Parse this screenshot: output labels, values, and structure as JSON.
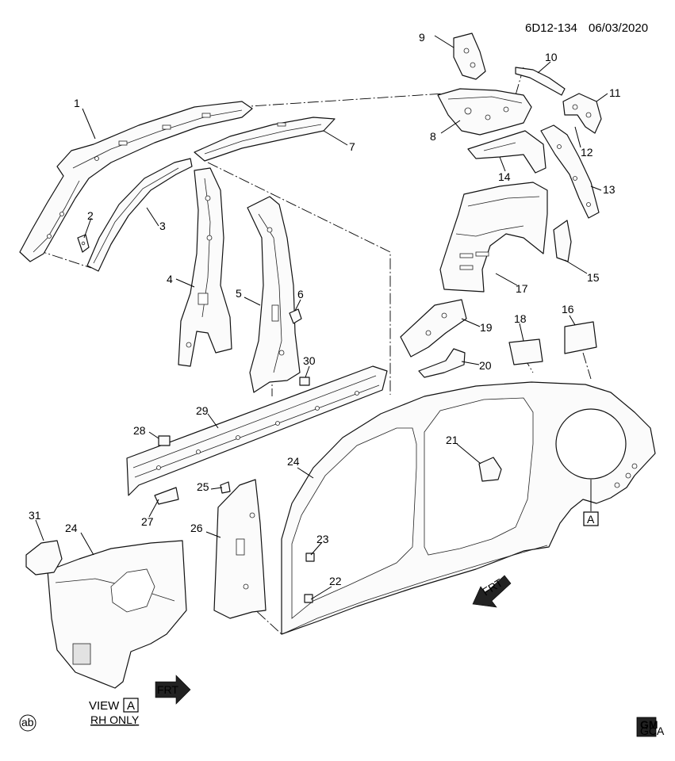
{
  "header": {
    "code": "6D12-134",
    "date": "06/03/2020"
  },
  "callouts": [
    "1",
    "2",
    "3",
    "4",
    "5",
    "6",
    "7",
    "8",
    "9",
    "10",
    "11",
    "12",
    "13",
    "14",
    "15",
    "16",
    "17",
    "18",
    "19",
    "20",
    "21",
    "22",
    "23",
    "24",
    "25",
    "26",
    "27",
    "28",
    "29",
    "30",
    "31",
    "24"
  ],
  "view": {
    "word": "VIEW",
    "letter": "A",
    "note": "RH ONLY"
  },
  "ref_letter": "A",
  "frt": "FRT",
  "corner_badge": "ab",
  "logo": {
    "line1": "GM",
    "line2": "GCA"
  }
}
